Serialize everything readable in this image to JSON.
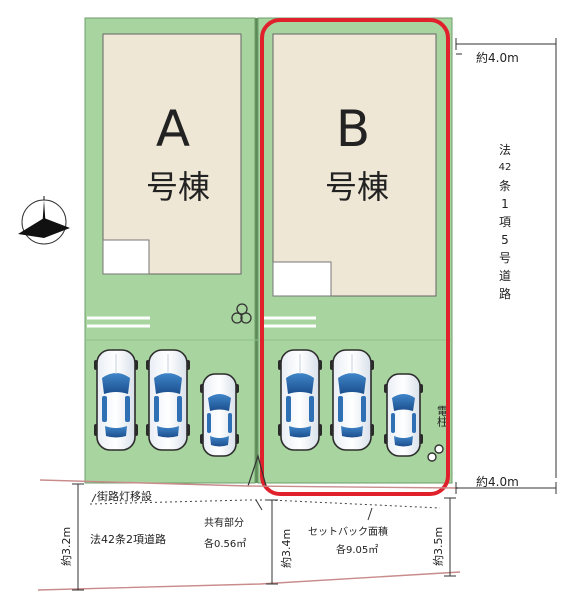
{
  "lots": {
    "a": {
      "letter": "A",
      "name": "号棟"
    },
    "b": {
      "letter": "B",
      "name": "号棟"
    }
  },
  "road_east": {
    "chars": [
      "法",
      "42",
      "条",
      "1",
      "項",
      "5",
      "号",
      "道",
      "路"
    ]
  },
  "dimensions": {
    "east_top": "約4.0m",
    "east_bottom": "約4.0m",
    "south_left": "約3.2m",
    "south_mid": "約3.4m",
    "south_right": "約3.5m"
  },
  "labels": {
    "streetlight": "街路灯移設",
    "road_south": "法42条2項道路",
    "shared_title": "共有部分",
    "shared_area": "各0.56㎡",
    "setback_title": "セットバック面積",
    "setback_area": "各9.05㎡",
    "pole": "電柱"
  },
  "colors": {
    "lot_green": "#a8d4a0",
    "building": "#efe7d5",
    "highlight": "#e0202a",
    "road_line": "#c98b8b"
  }
}
